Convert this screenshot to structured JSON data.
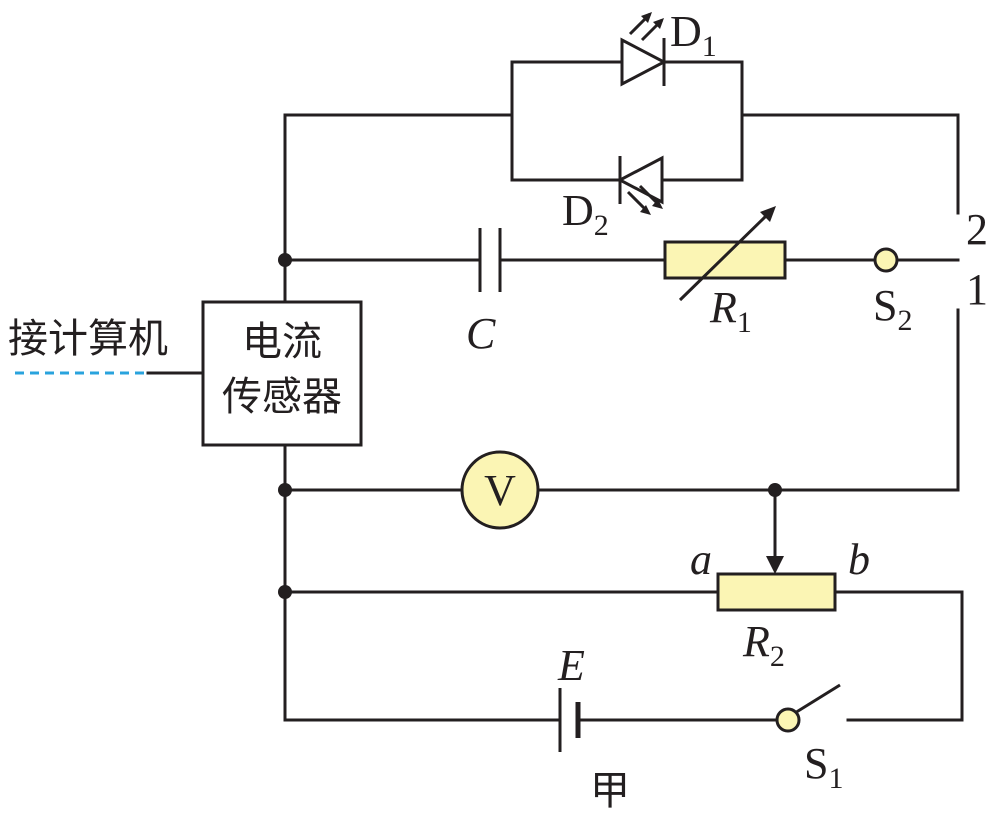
{
  "colors": {
    "wire": "#231f20",
    "component_fill": "#fbf5b4",
    "dashed_link": "#29a3dd"
  },
  "labels": {
    "d1": {
      "main": "D",
      "sub": "1"
    },
    "d2": {
      "main": "D",
      "sub": "2"
    },
    "r1": {
      "main": "R",
      "sub": "1"
    },
    "r2": {
      "main": "R",
      "sub": "2"
    },
    "s1": {
      "main": "S",
      "sub": "1"
    },
    "s2": {
      "main": "S",
      "sub": "2"
    },
    "capacitor": "C",
    "battery": "E",
    "terminal_2": "2",
    "terminal_1": "1",
    "pot_a": "a",
    "pot_b": "b",
    "voltmeter": "V",
    "computer": "接计算机",
    "sensor_line1": "电流",
    "sensor_line2": "传感器",
    "figure_caption": "甲"
  }
}
